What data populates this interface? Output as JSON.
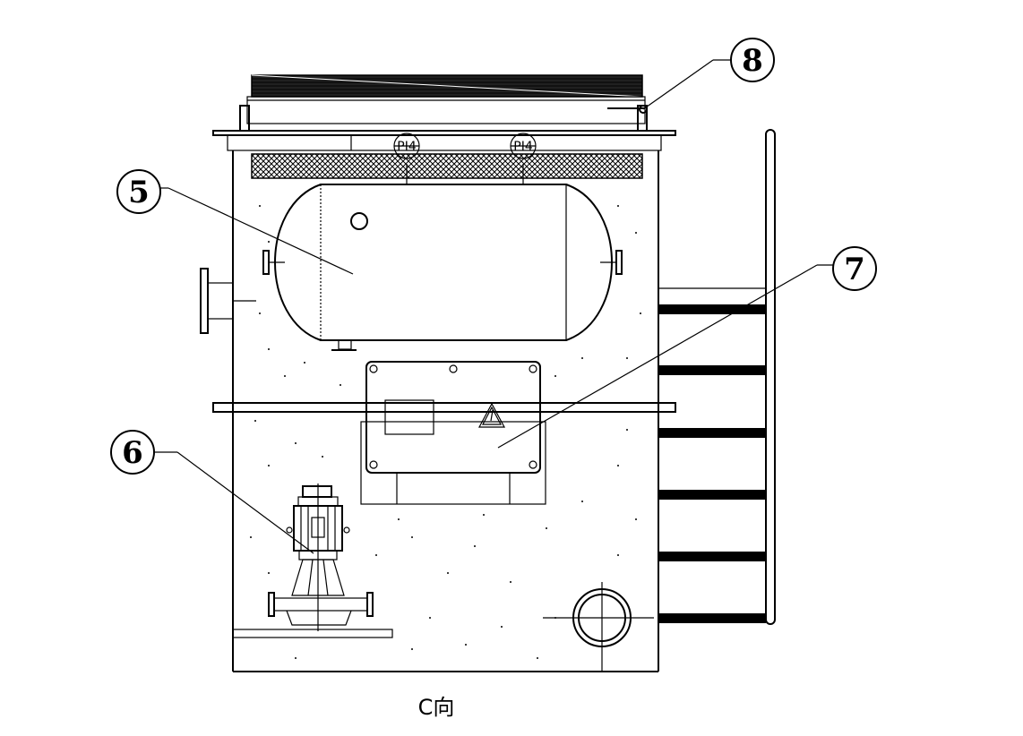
{
  "drawing": {
    "view_label": "C向",
    "instruments": [
      "PI4",
      "PI4"
    ],
    "callouts": [
      "5",
      "6",
      "7",
      "8"
    ]
  }
}
